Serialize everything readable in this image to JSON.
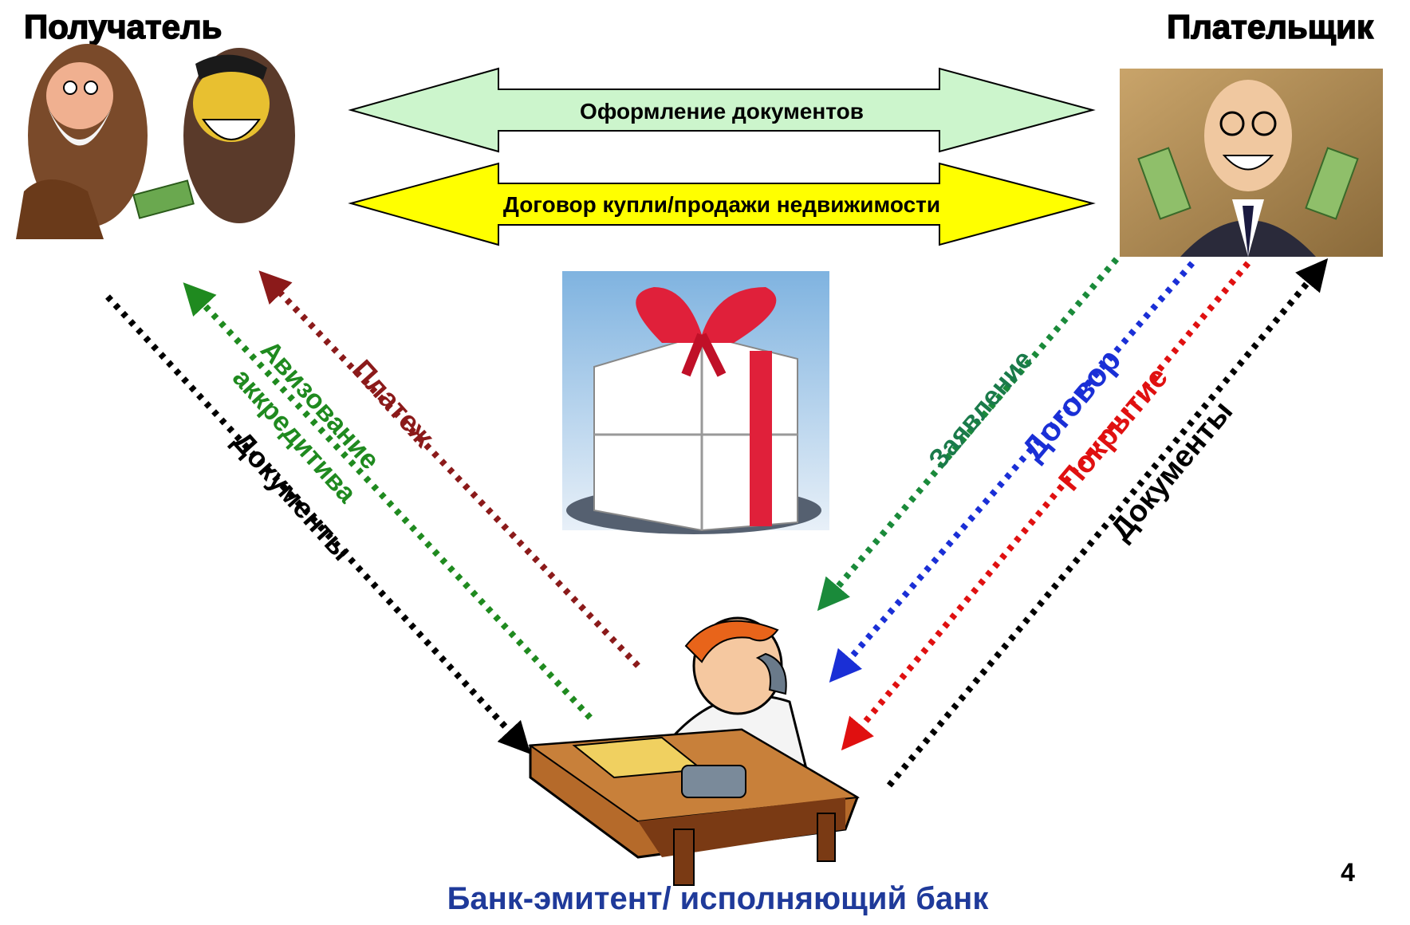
{
  "parties": {
    "recipient_title": "Получатель",
    "payer_title": "Плательщик",
    "bank_title": "Банк-эмитент/ исполняющий банк"
  },
  "contracts": {
    "top_arrow_label": "Оформление документов",
    "bottom_arrow_label": "Договор купли/продажи недвижимости"
  },
  "left_flows": {
    "payment": "Платеж",
    "avizo_line1": "Авизование",
    "avizo_line2": "аккредитива",
    "documents": "Документы"
  },
  "right_flows": {
    "application": "Заявление",
    "contract": "Договор",
    "coverage": "Покрытие",
    "documents": "Документы"
  },
  "page_number": "4",
  "colors": {
    "top_arrow_fill": "#ccf5cc",
    "bottom_arrow_fill": "#ffff00",
    "payment": "#8b1a1a",
    "avizo": "#1f8a1f",
    "documents": "#000000",
    "application": "#1a7a4a",
    "contract": "#1a2fd6",
    "coverage": "#e01010",
    "bank_title": "#1f3a9a"
  },
  "images": {
    "recipient": "two-men-exchanging-money",
    "payer": "man-holding-dollars",
    "center": "house-gift-with-ribbon",
    "bank": "bank-clerk-on-phone-at-desk"
  }
}
